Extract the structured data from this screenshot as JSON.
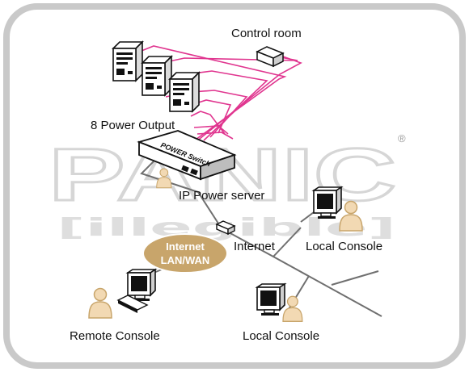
{
  "labels": {
    "control_room": "Control room",
    "power_output": "8 Power Output",
    "ip_power_server": "IP Power server",
    "internet": "Internet",
    "local_console_right": "Local Console",
    "local_console_bottom": "Local Console",
    "remote_console": "Remote Console",
    "lan_wan_line1": "Internet",
    "lan_wan_line2": "LAN/WAN",
    "device_label": "POWER Switch"
  },
  "watermark": {
    "brand": "PANIC",
    "registered": "®",
    "chinese_text": "[illegible]"
  },
  "colors": {
    "frame": "#c9c9c9",
    "power_cable": "#e0358f",
    "network_cable": "#6f6f6f",
    "lan_bubble": "#c8a56b",
    "person": "#f2d9b3"
  }
}
